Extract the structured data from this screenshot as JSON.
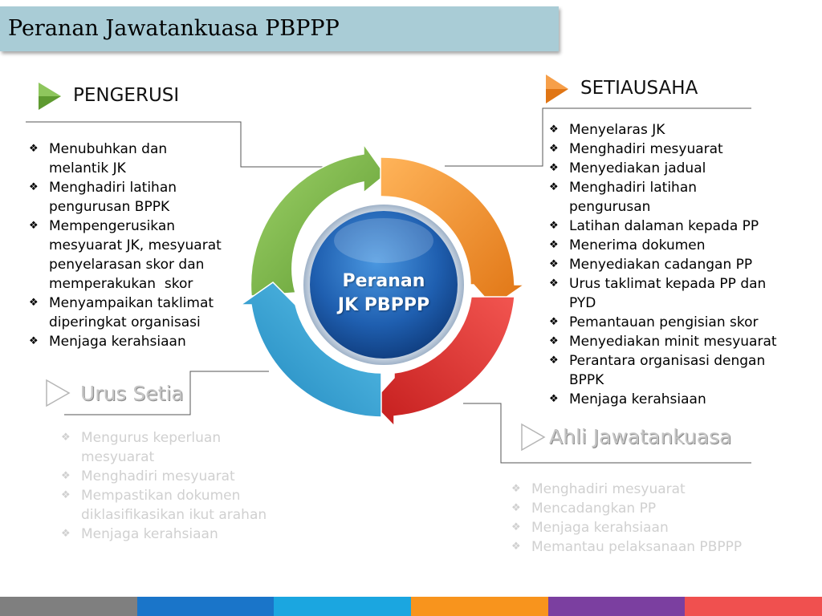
{
  "slide": {
    "title": "Peranan Jawatankuasa PBPPP",
    "center": {
      "line1": "Peranan",
      "line2": "JK PBPPP"
    }
  },
  "pengerusi": {
    "title": "PENGERUSI",
    "items": [
      {
        "l1": "Menubuhkan dan",
        "l2": "melantik JK"
      },
      {
        "l1": "Menghadiri latihan",
        "l2": "pengurusan BPPK"
      },
      {
        "l1": "Mempengerusikan",
        "l2": "mesyuarat JK, mesyuarat",
        "l3": "penyelarasan skor dan",
        "l4": "memperakukan  skor"
      },
      {
        "l1": "Menyampaikan taklimat",
        "l2": "diperingkat organisasi"
      },
      {
        "l1": "Menjaga kerahsiaan"
      }
    ]
  },
  "setiausaha": {
    "title": "SETIAUSAHA",
    "items": [
      {
        "l1": "Menyelaras JK"
      },
      {
        "l1": "Menghadiri mesyuarat"
      },
      {
        "l1": "Menyediakan jadual"
      },
      {
        "l1": "Menghadiri latihan",
        "l2": "pengurusan"
      },
      {
        "l1": "Latihan dalaman kepada PP"
      },
      {
        "l1": "Menerima dokumen"
      },
      {
        "l1": "Menyediakan cadangan PP"
      },
      {
        "l1": "Urus taklimat kepada PP dan",
        "l2": "PYD"
      },
      {
        "l1": "Pemantauan pengisian skor"
      },
      {
        "l1": "Menyediakan minit mesyuarat"
      },
      {
        "l1": "Perantara organisasi dengan",
        "l2": "BPPK"
      },
      {
        "l1": "Menjaga kerahsiaan"
      }
    ]
  },
  "urus_setia": {
    "title": "Urus Setia",
    "items": [
      {
        "l1": "Mengurus keperluan",
        "l2": "mesyuarat"
      },
      {
        "l1": "Menghadiri mesyuarat"
      },
      {
        "l1": "Mempastikan dokumen",
        "l2": "diklasifikasikan ikut arahan"
      },
      {
        "l1": "Menjaga kerahsiaan"
      }
    ]
  },
  "ahli": {
    "title": "Ahli Jawatankuasa",
    "items": [
      {
        "l1": "Menghadiri mesyuarat"
      },
      {
        "l1": "Mencadangkan PP"
      },
      {
        "l1": "Menjaga kerahsiaan"
      },
      {
        "l1": "Memantau pelaksanaan PBPPP"
      }
    ]
  },
  "bullet_glyph": "❖",
  "colors": {
    "title_bar": "#a9ccd6",
    "arrow_green": "#7ab648",
    "arrow_orange": "#f5922e",
    "arrow_red": "#e0302c",
    "arrow_blue": "#2f9fce",
    "center_circle": "#1f5fb0"
  },
  "footer_colors": [
    "#7f7f7f",
    "#1a75c9",
    "#1ba6e0",
    "#f8941d",
    "#7b3fa0",
    "#f0504f"
  ]
}
